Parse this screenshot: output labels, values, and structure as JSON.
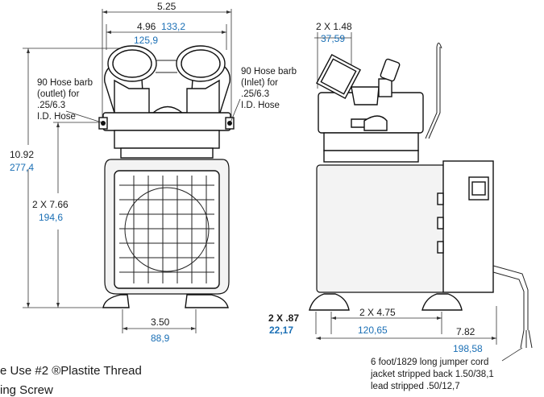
{
  "dimensions": {
    "overall_width": {
      "in": "5.25",
      "mm": "133,2"
    },
    "head_width": {
      "in": "4.96",
      "mm": "125,9"
    },
    "height": {
      "in": "10.92",
      "mm": "277,4"
    },
    "mount_height": {
      "in": "2 X 7.66",
      "mm": "194,6"
    },
    "foot_spacing_front": {
      "in": "3.50",
      "mm": "88,9"
    },
    "barb_offset": {
      "in": "2 X 1.48",
      "mm": "37,59"
    },
    "foot_offset": {
      "in": "2 X .87",
      "mm": "22,17"
    },
    "foot_spacing_side": {
      "in": "2 X 4.75",
      "mm": "120,65"
    },
    "depth": {
      "in": "7.82",
      "mm": "198,58"
    }
  },
  "labels": {
    "outlet": [
      "90 Hose barb",
      "(outlet) for",
      ".25/6.3",
      "I.D. Hose"
    ],
    "inlet": [
      "90 Hose barb",
      "(Inlet) for",
      ".25/6.3",
      "I.D. Hose"
    ],
    "cord": [
      "6 foot/1829 long jumper cord",
      "jacket stripped back 1.50/38,1",
      "lead stripped .50/12,7"
    ],
    "footnote": [
      "e Use #2 ®Plastite Thread",
      "ing Screw"
    ]
  }
}
